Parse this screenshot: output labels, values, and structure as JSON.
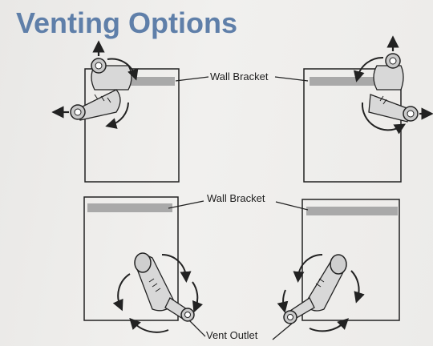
{
  "header": {
    "title": "Venting Options"
  },
  "labels": {
    "wall_bracket_top": "Wall Bracket",
    "wall_bracket_bottom": "Wall Bracket",
    "vent_outlet": "Vent Outlet"
  },
  "colors": {
    "title": "#5f7fa9",
    "bracket": "#a9a9a9",
    "outline": "#222222",
    "heater_fill": "#d8d8d8"
  },
  "icons": [
    "vent-direction-arrow-icon",
    "rotation-arrow-icon",
    "outlet-nozzle-icon"
  ]
}
